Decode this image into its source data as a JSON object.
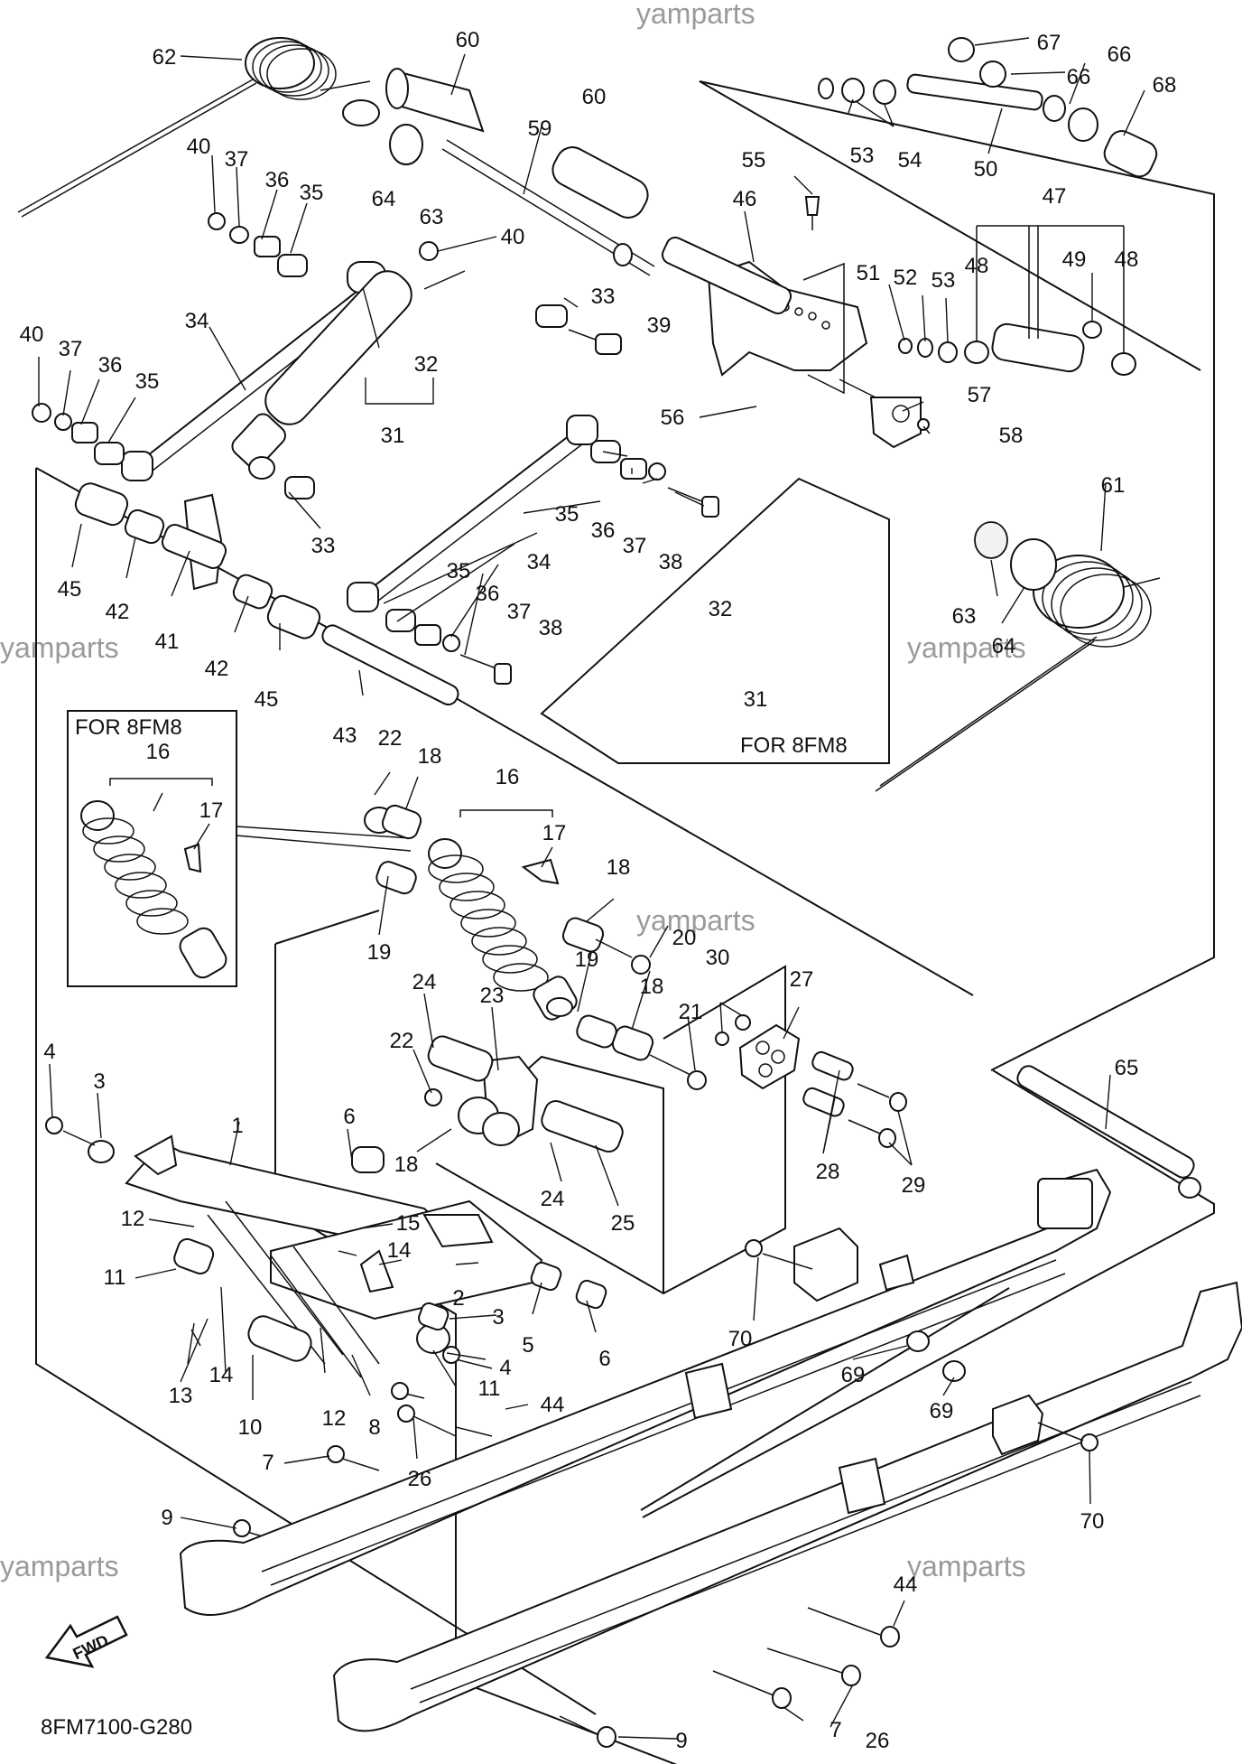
{
  "diagram": {
    "watermark": "yamparts",
    "model_note_left": "FOR 8FM8",
    "model_note_right": "FOR 8FM8",
    "fwd_label": "FWD",
    "drawing_code": "8FM7100-G280"
  },
  "callouts": [
    "1",
    "2",
    "3",
    "4",
    "5",
    "6",
    "7",
    "8",
    "9",
    "10",
    "11",
    "12",
    "13",
    "14",
    "15",
    "16",
    "17",
    "18",
    "19",
    "20",
    "21",
    "22",
    "23",
    "24",
    "25",
    "26",
    "27",
    "28",
    "29",
    "30",
    "31",
    "32",
    "33",
    "34",
    "35",
    "36",
    "37",
    "38",
    "39",
    "40",
    "41",
    "42",
    "43",
    "44",
    "45",
    "46",
    "47",
    "48",
    "49",
    "50",
    "51",
    "52",
    "53",
    "54",
    "55",
    "56",
    "57",
    "58",
    "59",
    "60",
    "61",
    "62",
    "63",
    "64",
    "65",
    "66",
    "67",
    "68",
    "69",
    "70"
  ]
}
